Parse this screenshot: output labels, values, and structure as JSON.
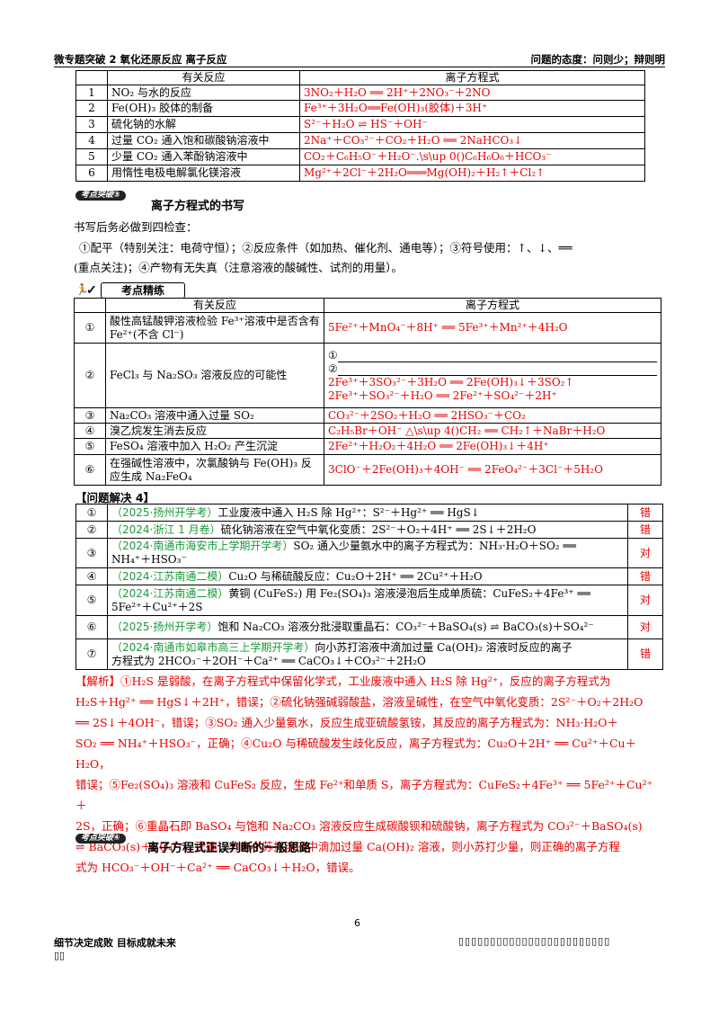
{
  "header": {
    "left": "微专题突破 2   氧化还原反应   离子反应",
    "right": "问题的态度：问则少；辩则明"
  },
  "table1": {
    "col_reaction": "有关反应",
    "col_equation": "离子方程式",
    "rows": [
      {
        "num": "1",
        "reaction": "NO₂ 与水的反应",
        "equation": "3NO₂＋H₂O ══ 2H⁺＋2NO₃⁻＋2NO"
      },
      {
        "num": "2",
        "reaction": "Fe(OH)₃ 胶体的制备",
        "equation": "Fe³⁺＋3H₂O══Fe(OH)₃(胶体)＋3H⁺"
      },
      {
        "num": "3",
        "reaction": "硫化钠的水解",
        "equation": "S²⁻＋H₂O ⇌ HS⁻＋OH⁻"
      },
      {
        "num": "4",
        "reaction": "过量 CO₂ 通入饱和碳酸钠溶液中",
        "equation": "2Na⁺＋CO₃²⁻＋CO₂＋H₂O ══ 2NaHCO₃↓"
      },
      {
        "num": "5",
        "reaction": "少量 CO₂ 通入苯酚钠溶液中",
        "equation": "CO₂＋C₆H₅O⁻＋H₂O⁻.\\s\\up 0()C₆H₆O₆＋HCO₃⁻"
      },
      {
        "num": "6",
        "reaction": "用惰性电极电解氯化镁溶液",
        "equation": "Mg²⁺＋2Cl⁻＋2H₂O═══Mg(OH)₂＋H₂↑＋Cl₂↑"
      }
    ]
  },
  "section3": {
    "badge": "考点突破③",
    "title": "离子方程式的书写",
    "intro": "书写后务必做到四检查：",
    "check_line1": "①配平（特别关注：电荷守恒）；②反应条件（如加热、催化剂、通电等）；③符号使用：↑、↓、══",
    "check_line2": "(重点关注)；④产物有无失真（注意溶液的酸碱性、试剂的用量）。"
  },
  "practice_tag": "考点精练",
  "table2": {
    "col_reaction": "有关反应",
    "col_equation": "离子方程式",
    "rows": [
      {
        "num": "①",
        "reaction": "酸性高锰酸钾溶液检验 Fe³⁺溶液中是否含有 Fe²⁺(不含 Cl⁻)",
        "equation": "5Fe²⁺＋MnO₄⁻＋8H⁺ ══ 5Fe³⁺＋Mn²⁺＋4H₂O"
      },
      {
        "num": "②",
        "reaction": "FeCl₃ 与 Na₂SO₃ 溶液反应的可能性",
        "blank1": "①",
        "blank2": "②",
        "eq1": "2Fe³⁺＋3SO₃²⁻＋3H₂O ══ 2Fe(OH)₃↓＋3SO₂↑",
        "eq2": "2Fe³⁺＋SO₃²⁻＋H₂O ══ 2Fe²⁺＋SO₄²⁻＋2H⁺"
      },
      {
        "num": "③",
        "reaction": "Na₂CO₃ 溶液中通入过量 SO₂",
        "equation": "CO₃²⁻＋2SO₂＋H₂O ══ 2HSO₃⁻＋CO₂"
      },
      {
        "num": "④",
        "reaction": "溴乙烷发生消去反应",
        "equation": "C₂H₅Br＋OH⁻ △\\s\\up 4()CH₂ ══ CH₂↑＋NaBr＋H₂O"
      },
      {
        "num": "⑤",
        "reaction": "FeSO₄ 溶液中加入 H₂O₂ 产生沉淀",
        "equation": "2Fe²⁺＋H₂O₂＋4H₂O ══ 2Fe(OH)₃↓＋4H⁺"
      },
      {
        "num": "⑥",
        "reaction": "在强碱性溶液中，次氯酸钠与 Fe(OH)₃ 反应生成 Na₂FeO₄",
        "equation": "3ClO⁻＋2Fe(OH)₃＋4OH⁻ ══ 2FeO₄²⁻＋3Cl⁻＋5H₂O"
      }
    ]
  },
  "problem4": {
    "title": "【问题解决 4】",
    "rows": [
      {
        "num": "①",
        "source": "（2025·扬州开学考）",
        "text": "工业废液中通入 H₂S 除 Hg²⁺：S²⁻＋Hg²⁺ ══ HgS↓",
        "text2": "",
        "verdict": "错"
      },
      {
        "num": "②",
        "source": "（2024·浙江 1 月卷）",
        "text": "硫化钠溶液在空气中氧化变质：2S²⁻＋O₂＋4H⁺ ══ 2S↓＋2H₂O",
        "text2": "",
        "verdict": "错"
      },
      {
        "num": "③",
        "source": "（2024·南通市海安市上学期开学考）",
        "text": "SO₂ 通入少量氨水中的离子方程式为：NH₃·H₂O＋SO₂ ══",
        "text2": "NH₄⁺＋HSO₃⁻",
        "verdict": "对"
      },
      {
        "num": "④",
        "source": "（2024·江苏南通二模）",
        "text": "Cu₂O 与稀硫酸反应：Cu₂O＋2H⁺ ══ 2Cu²⁺＋H₂O",
        "text2": "",
        "verdict": "错"
      },
      {
        "num": "⑤",
        "source": "（2024·江苏南通二模）",
        "text": "黄铜 (CuFeS₂) 用 Fe₂(SO₄)₃ 溶液浸泡后生成单质硫：CuFeS₂＋4Fe³⁺ ══",
        "text2": "5Fe²⁺＋Cu²⁺＋2S",
        "verdict": "对"
      },
      {
        "num": "⑥",
        "source": "（2025·扬州开学考）",
        "text": "饱和 Na₂CO₃ 溶液分批浸取重晶石：CO₃²⁻＋BaSO₄(s) ⇌ BaCO₃(s)＋SO₄²⁻",
        "text2": "",
        "verdict": "对"
      },
      {
        "num": "⑦",
        "source": "（2024·南通市如皋市高三上学期开学考）",
        "text": "向小苏打溶液中滴加过量 Ca(OH)₂ 溶液时反应的离子",
        "text2": "方程式为 2HCO₃⁻＋2OH⁻＋Ca²⁺ ══ CaCO₃↓＋CO₃²⁻＋2H₂O",
        "verdict": "错"
      }
    ]
  },
  "analysis": [
    "【解析】①H₂S 是弱酸，在离子方程式中保留化学式，工业废液中通入 H₂S 除 Hg²⁺，反应的离子方程式为",
    "H₂S＋Hg²⁺ ══ HgS↓＋2H⁺，错误；②硫化钠强碱弱酸盐，溶液呈碱性，在空气中氧化变质：2S²⁻＋O₂＋2H₂O",
    "══ 2S↓＋4OH⁻，错误；③SO₂ 通入少量氨水，反应生成亚硫酸氢铵，其反应的离子方程式为：NH₃·H₂O＋",
    "SO₂ ══ NH₄⁺＋HSO₃⁻，正确；④Cu₂O 与稀硫酸发生歧化反应，离子方程式为：Cu₂O＋2H⁺ ══ Cu²⁺＋Cu＋H₂O，",
    "错误；⑤Fe₂(SO₄)₃ 溶液和 CuFeS₂ 反应，生成 Fe²⁺和单质 S，离子方程式为：CuFeS₂＋4Fe³⁺ ══ 5Fe²⁺＋Cu²⁺＋",
    "2S，正确；⑥重晶石即 BaSO₄ 与饱和 Na₂CO₃ 溶液反应生成碳酸钡和硫酸钠，离子方程式为 CO₃²⁻＋BaSO₄(s)",
    "⇌ BaCO₃(s)＋SO₄²⁻，正确；⑦向小苏打溶液中滴加过量 Ca(OH)₂ 溶液，则小苏打少量，则正确的离子方程",
    "式为 HCO₃⁻＋OH⁻＋Ca²⁺ ══ CaCO₃↓＋H₂O，错误。"
  ],
  "section4": {
    "badge": "考点突破④",
    "title": "离子方程式正误判断的一般思路"
  },
  "footer": {
    "page_number": "6",
    "left": "细节决定成败   目标成就未来",
    "left2": "▯▯",
    "right": "▯▯▯▯▯▯▯▯▯▯▯▯▯▯▯▯▯▯▯▯▯▯▯▯"
  }
}
